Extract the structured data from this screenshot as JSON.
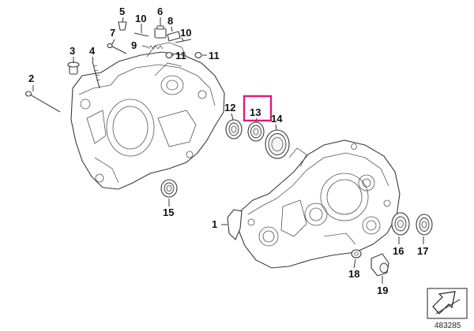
{
  "callouts": {
    "p1": "1",
    "p2": "2",
    "p3": "3",
    "p4": "4",
    "p5": "5",
    "p6": "6",
    "p7": "7",
    "p8": "8",
    "p9": "9",
    "p10a": "10",
    "p10b": "10",
    "p11a": "11",
    "p11b": "11",
    "p12": "12",
    "p13": "13",
    "p14": "14",
    "p15": "15",
    "p16": "16",
    "p17": "17",
    "p18": "18",
    "p19": "19"
  },
  "highlight_color": "#e2187a",
  "icons": {
    "corner": "arrow-icon"
  },
  "footer": {
    "document_number": "483285"
  }
}
